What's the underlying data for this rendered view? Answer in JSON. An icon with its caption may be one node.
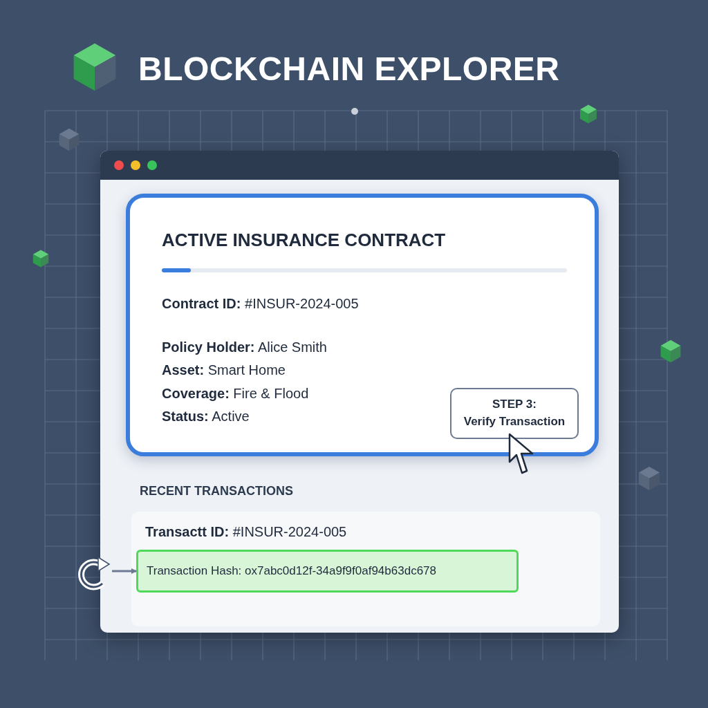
{
  "diagram": {
    "title": "BLOCKCHAIN EXPLORER",
    "nodes": [
      {
        "text": [],
        "shape": "box"
      },
      {
        "text": [
          "ACTIVE INSURANCE CONTRACT",
          "**Contract ID:** #INSUR-2024-005",
          "**Policy Holder:** Alice Smith",
          "**Asset:** Smart Home",
          "**Coverage:** Fire & Flood",
          "**Status:** Active"
        ],
        "in": 0
      },
      {
        "text": [
          "STEP 3:",
          "Verify Transaction"
        ],
        "in": 1
      },
      {
        "text": [
          "RECENT TRANSACTIONS",
          "**Transactt ID:** #INSUR-2024-005"
        ],
        "in": 0
      },
      {
        "text": [
          "Transaction Hash: ox7abc0d12f-34a9f9f0af94b63dc678"
        ],
        "in": 3
      },
      {
        "text": [],
        "shape": "picture"
      }
    ],
    "edges": [
      {
        "from": 5,
        "to": 4,
        "arrow": "to"
      }
    ]
  }
}
